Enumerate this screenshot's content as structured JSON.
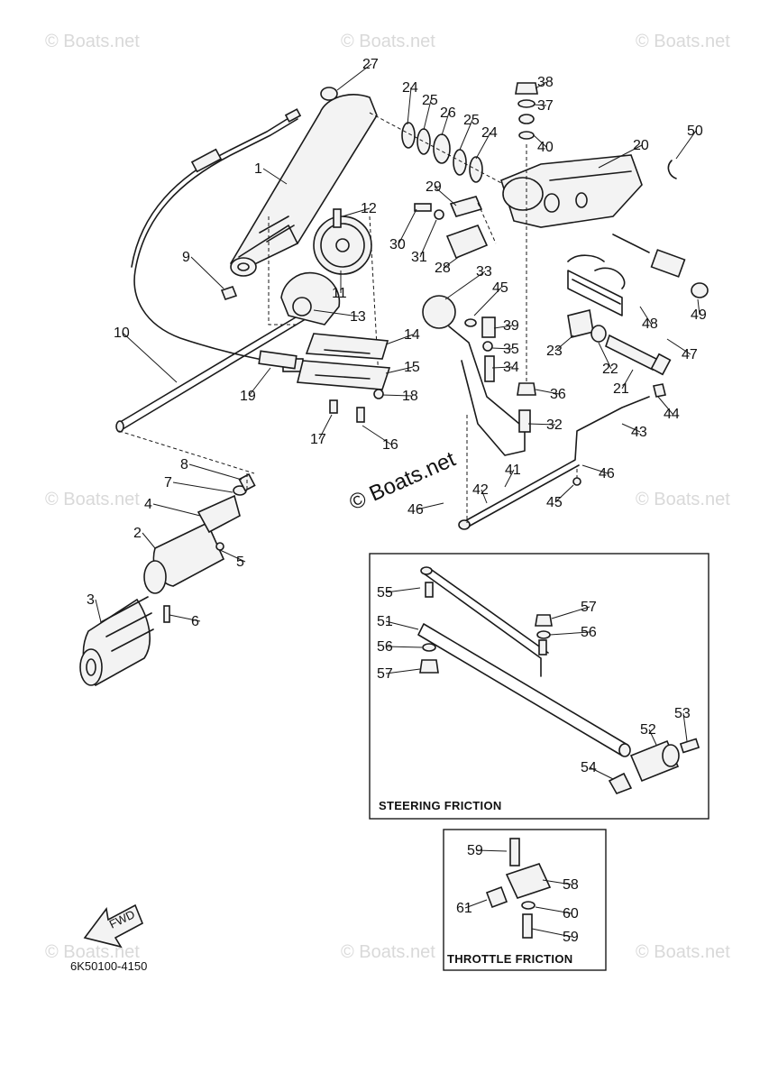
{
  "watermark": {
    "small": "© Boats.net",
    "center": "© Boats.net"
  },
  "callouts": [
    "1",
    "2",
    "3",
    "4",
    "5",
    "6",
    "7",
    "8",
    "9",
    "10",
    "11",
    "12",
    "13",
    "14",
    "15",
    "16",
    "17",
    "18",
    "19",
    "20",
    "21",
    "22",
    "23",
    "24",
    "25",
    "26",
    "27",
    "28",
    "29",
    "30",
    "31",
    "32",
    "33",
    "34",
    "35",
    "36",
    "37",
    "38",
    "39",
    "40",
    "41",
    "42",
    "43",
    "44",
    "45",
    "46",
    "47",
    "48",
    "49",
    "50",
    "51",
    "52",
    "53",
    "54",
    "55",
    "56",
    "57",
    "58",
    "59",
    "60",
    "61"
  ],
  "insets": {
    "steering": {
      "title": "STEERING FRICTION"
    },
    "throttle": {
      "title": "THROTTLE FRICTION"
    }
  },
  "fwd_label": "FWD",
  "diagram_code": "6K50100-4150"
}
